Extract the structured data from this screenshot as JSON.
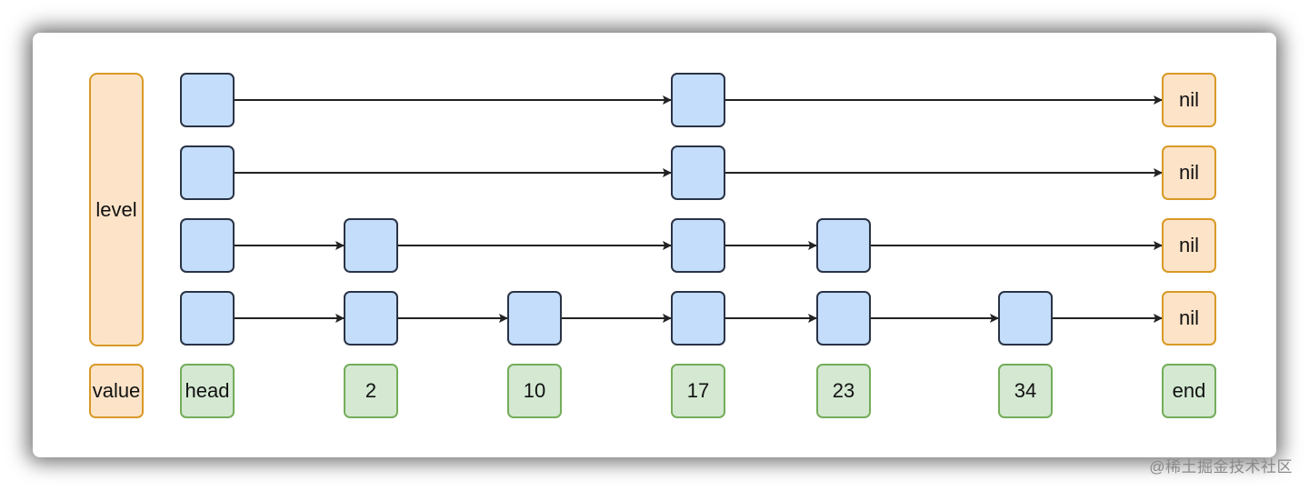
{
  "labels": {
    "level": "level",
    "value": "value"
  },
  "columns": [
    {
      "value_label": "head",
      "levels": 4
    },
    {
      "value_label": "2",
      "levels": 2
    },
    {
      "value_label": "10",
      "levels": 1
    },
    {
      "value_label": "17",
      "levels": 4
    },
    {
      "value_label": "23",
      "levels": 2
    },
    {
      "value_label": "34",
      "levels": 1
    },
    {
      "value_label": "end",
      "levels": 4,
      "terminal_label": "nil"
    }
  ],
  "level_count": 4,
  "watermark": "@稀土掘金技术社区",
  "colors": {
    "node_fill": "#c3ddfb",
    "node_border": "#2a3345",
    "value_fill": "#d4e8d2",
    "value_border": "#74ad5a",
    "label_fill": "#fde3c8",
    "label_border": "#d89a26",
    "arrow": "#222222"
  }
}
